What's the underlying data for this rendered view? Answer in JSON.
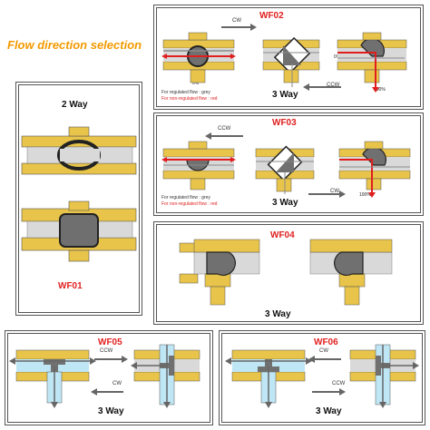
{
  "title": "Flow direction selection",
  "labels": {
    "cw": "CW",
    "ccw": "CCW",
    "pct100": "100%",
    "pct0": "0%"
  },
  "wf01": {
    "code": "WF01",
    "way": "2 Way"
  },
  "wf02": {
    "code": "WF02",
    "way": "3 Way",
    "note_grey": "For regulated flow : grey",
    "note_red": "For non-regulated flow : red"
  },
  "wf03": {
    "code": "WF03",
    "way": "3 Way",
    "note_grey": "For regulated flow : grey",
    "note_red": "For non-regulated flow : red"
  },
  "wf04": {
    "code": "WF04",
    "way": "3 Way"
  },
  "wf05": {
    "code": "WF05",
    "way": "3 Way"
  },
  "wf06": {
    "code": "WF06",
    "way": "3 Way"
  },
  "colors": {
    "brass": "#e8c44a",
    "brass_dark": "#b8901c",
    "grey_flow": "#8a8a8a",
    "red_flow": "#e01e1e",
    "blue_flow": "#bfe6f5",
    "pipe": "#d9d9d9",
    "ball": "#707070"
  }
}
